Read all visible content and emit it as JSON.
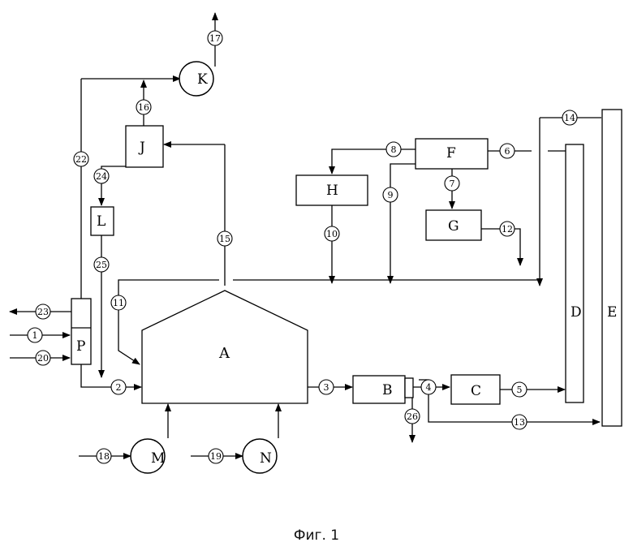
{
  "caption": "Фиг. 1",
  "units": {
    "A": "A",
    "B": "B",
    "C": "C",
    "D": "D",
    "E": "E",
    "F": "F",
    "G": "G",
    "H": "H",
    "J": "J",
    "K": "K",
    "L": "L",
    "M": "M",
    "N": "N",
    "P": "P"
  },
  "streams": {
    "s1": "1",
    "s2": "2",
    "s3": "3",
    "s4": "4",
    "s5": "5",
    "s6": "6",
    "s7": "7",
    "s8": "8",
    "s9": "9",
    "s10": "10",
    "s11": "11",
    "s12": "12",
    "s13": "13",
    "s14": "14",
    "s15": "15",
    "s16": "16",
    "s17": "17",
    "s18": "18",
    "s19": "19",
    "s20": "20",
    "s22": "22",
    "s23": "23",
    "s24": "24",
    "s25": "25",
    "s26": "26"
  }
}
